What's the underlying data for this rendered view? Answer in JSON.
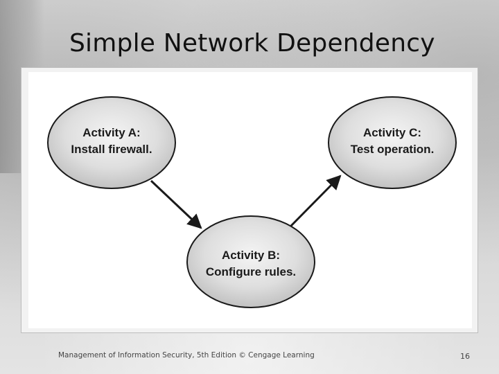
{
  "slide": {
    "title": "Simple Network Dependency",
    "footer": "Management of Information Security, 5th Edition © Cengage Learning",
    "page_number": "16"
  },
  "diagram": {
    "nodes": [
      {
        "id": "a",
        "line1": "Activity A:",
        "line2": "Install firewall."
      },
      {
        "id": "b",
        "line1": "Activity B:",
        "line2": "Configure rules."
      },
      {
        "id": "c",
        "line1": "Activity C:",
        "line2": "Test operation."
      }
    ],
    "edges": [
      {
        "from": "Activity A",
        "to": "Activity B"
      },
      {
        "from": "Activity B",
        "to": "Activity C"
      }
    ],
    "colors": {
      "node_fill_center": "#f4f4f4",
      "node_fill_edge": "#bfbfbf",
      "node_stroke": "#1a1a1a",
      "arrow": "#1a1a1a"
    }
  }
}
